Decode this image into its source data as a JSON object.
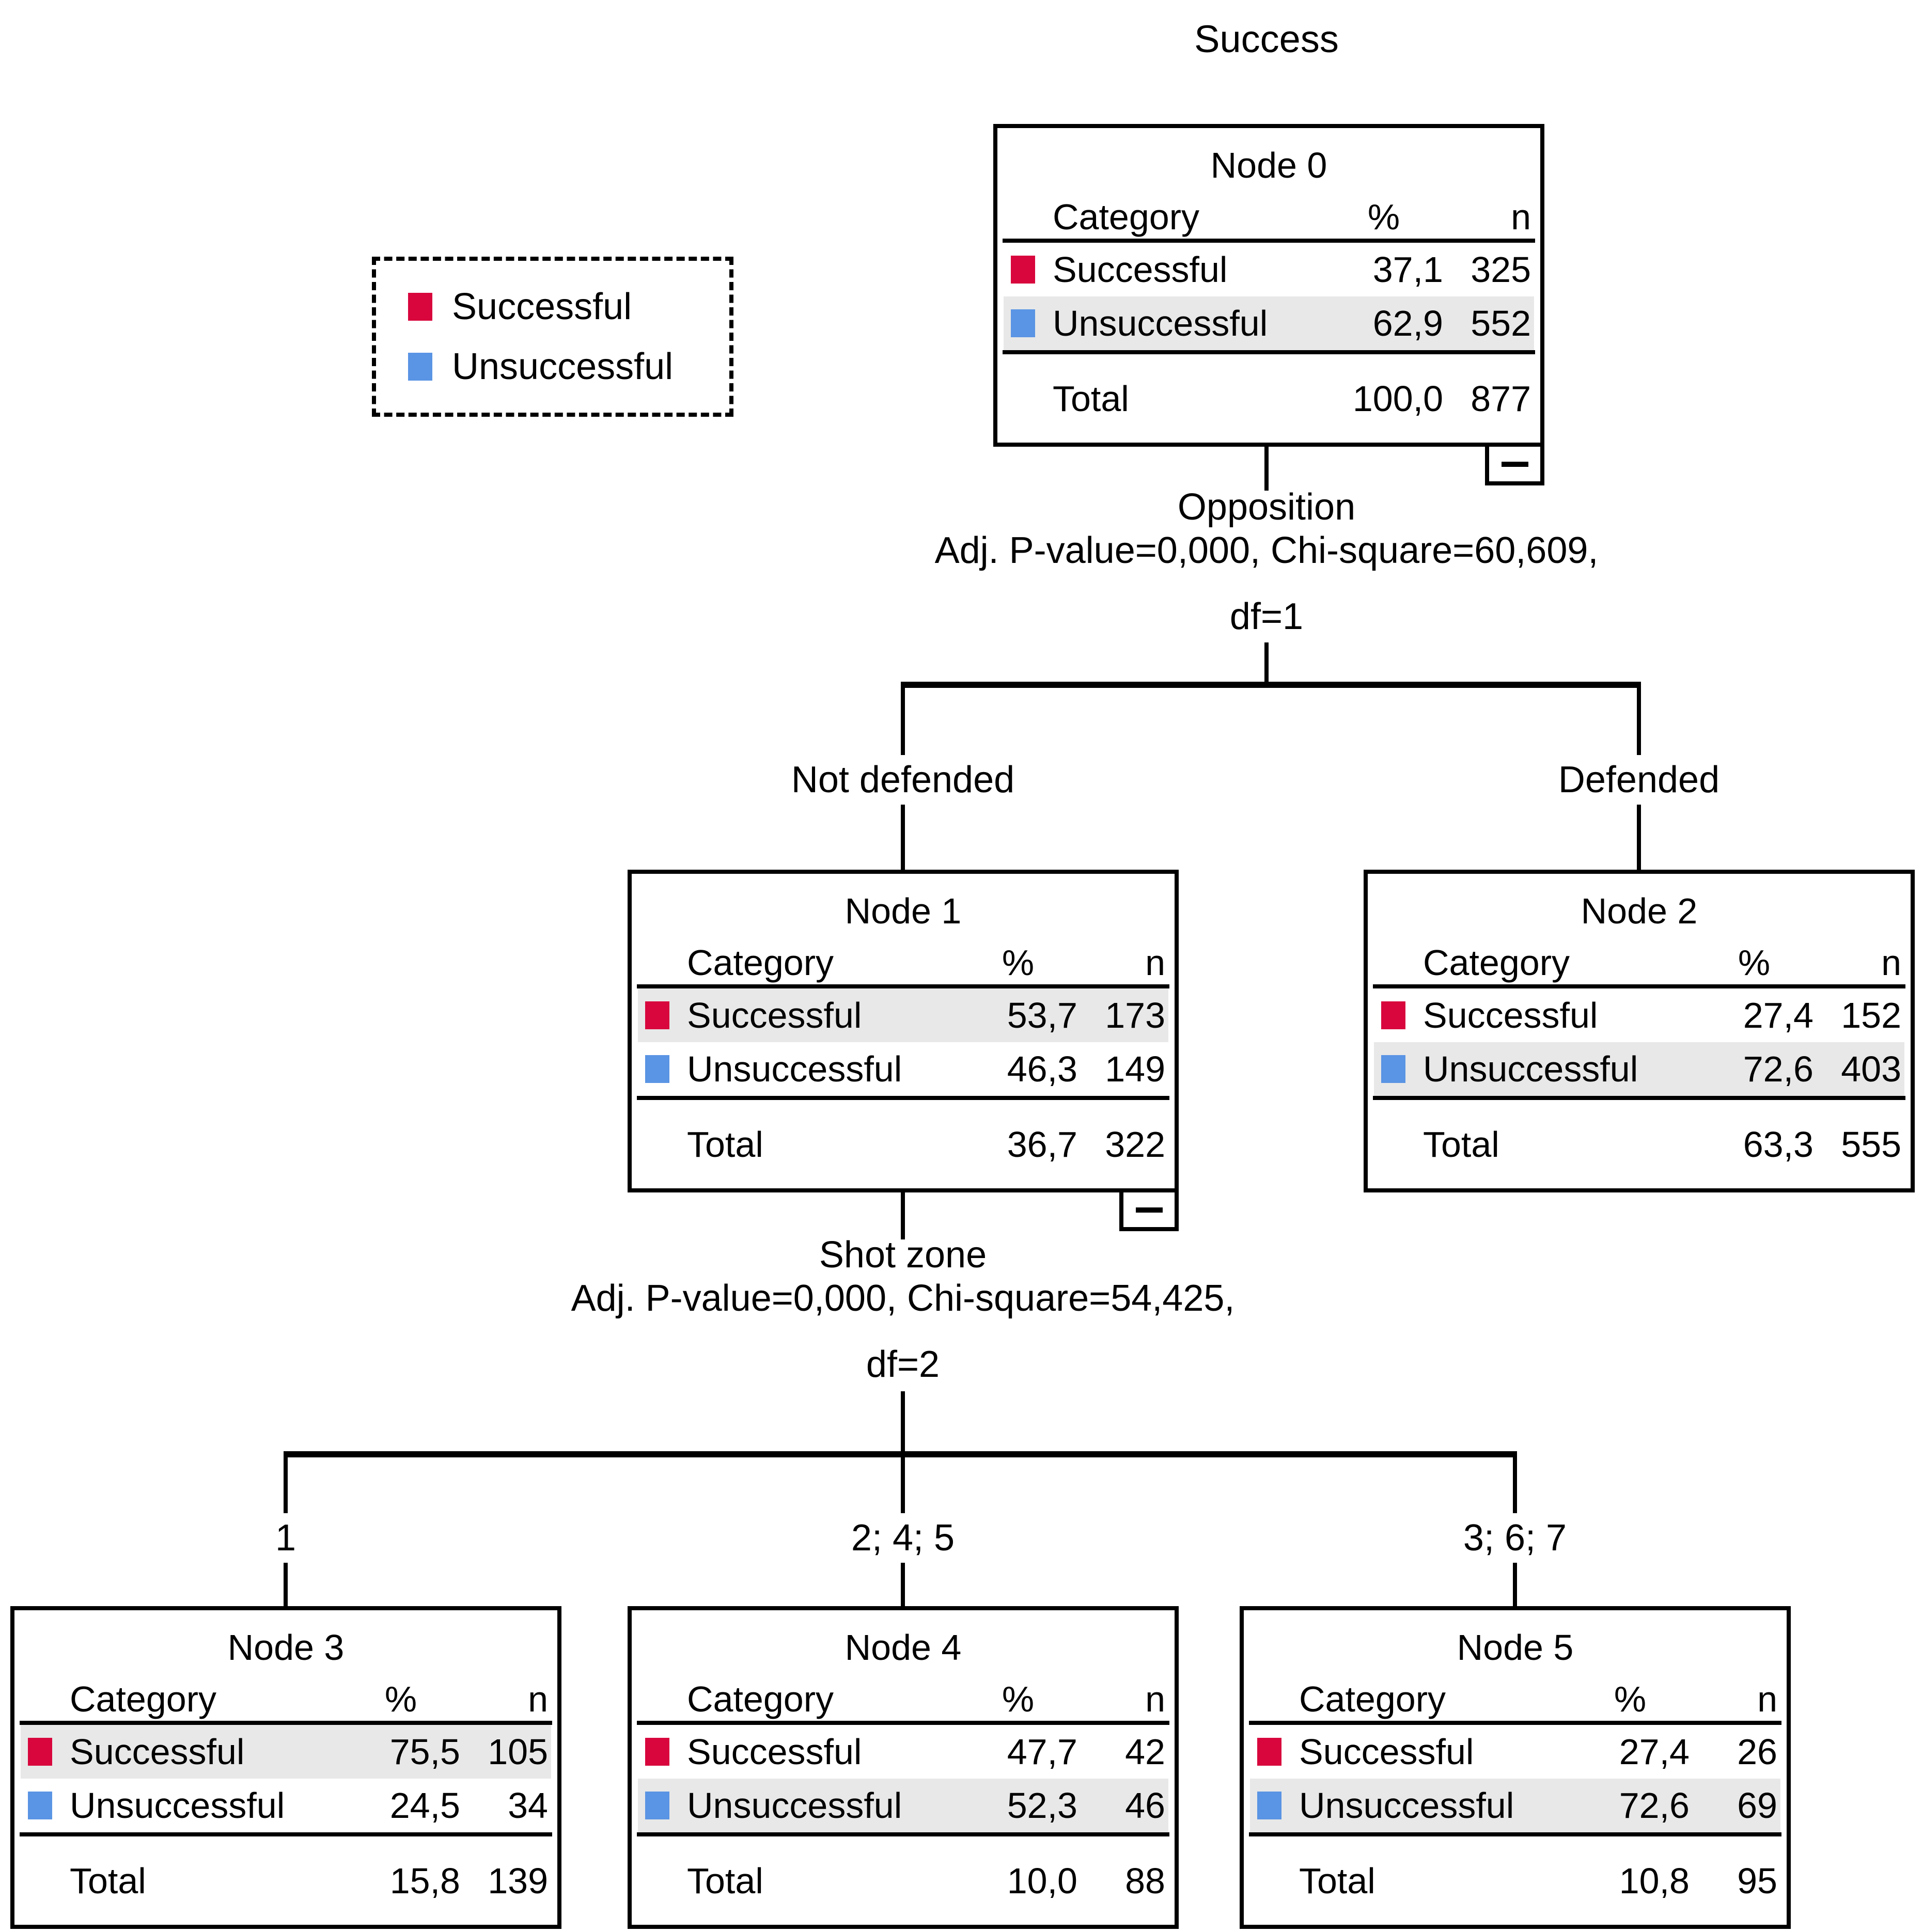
{
  "title": "Success",
  "colors": {
    "successful": "#D8063D",
    "unsuccessful": "#5A94E4",
    "highlight_row": "#E8E8E8",
    "line": "#000000"
  },
  "legend": {
    "items": [
      {
        "label": "Successful",
        "color_key": "successful"
      },
      {
        "label": "Unsuccessful",
        "color_key": "unsuccessful"
      }
    ]
  },
  "table_headers": {
    "category": "Category",
    "percent": "%",
    "n": "n",
    "total_label": "Total"
  },
  "splits": [
    {
      "variable": "Opposition",
      "stats_line": "Adj. P-value=0,000, Chi-square=60,609,",
      "df_line": "df=1"
    },
    {
      "variable": "Shot zone",
      "stats_line": "Adj. P-value=0,000, Chi-square=54,425,",
      "df_line": "df=2"
    }
  ],
  "nodes": [
    {
      "title": "Node 0",
      "branch_label": "",
      "rows": [
        {
          "category": "Successful",
          "percent": "37,1",
          "n": "325",
          "highlight": false
        },
        {
          "category": "Unsuccessful",
          "percent": "62,9",
          "n": "552",
          "highlight": true
        }
      ],
      "total": {
        "percent": "100,0",
        "n": "877"
      },
      "collapsible": true
    },
    {
      "title": "Node 1",
      "branch_label": "Not defended",
      "rows": [
        {
          "category": "Successful",
          "percent": "53,7",
          "n": "173",
          "highlight": true
        },
        {
          "category": "Unsuccessful",
          "percent": "46,3",
          "n": "149",
          "highlight": false
        }
      ],
      "total": {
        "percent": "36,7",
        "n": "322"
      },
      "collapsible": true
    },
    {
      "title": "Node 2",
      "branch_label": "Defended",
      "rows": [
        {
          "category": "Successful",
          "percent": "27,4",
          "n": "152",
          "highlight": false
        },
        {
          "category": "Unsuccessful",
          "percent": "72,6",
          "n": "403",
          "highlight": true
        }
      ],
      "total": {
        "percent": "63,3",
        "n": "555"
      },
      "collapsible": false
    },
    {
      "title": "Node 3",
      "branch_label": "1",
      "rows": [
        {
          "category": "Successful",
          "percent": "75,5",
          "n": "105",
          "highlight": true
        },
        {
          "category": "Unsuccessful",
          "percent": "24,5",
          "n": "34",
          "highlight": false
        }
      ],
      "total": {
        "percent": "15,8",
        "n": "139"
      },
      "collapsible": false
    },
    {
      "title": "Node 4",
      "branch_label": "2; 4; 5",
      "rows": [
        {
          "category": "Successful",
          "percent": "47,7",
          "n": "42",
          "highlight": false
        },
        {
          "category": "Unsuccessful",
          "percent": "52,3",
          "n": "46",
          "highlight": true
        }
      ],
      "total": {
        "percent": "10,0",
        "n": "88"
      },
      "collapsible": false
    },
    {
      "title": "Node 5",
      "branch_label": "3; 6; 7",
      "rows": [
        {
          "category": "Successful",
          "percent": "27,4",
          "n": "26",
          "highlight": false
        },
        {
          "category": "Unsuccessful",
          "percent": "72,6",
          "n": "69",
          "highlight": true
        }
      ],
      "total": {
        "percent": "10,8",
        "n": "95"
      },
      "collapsible": false
    }
  ]
}
